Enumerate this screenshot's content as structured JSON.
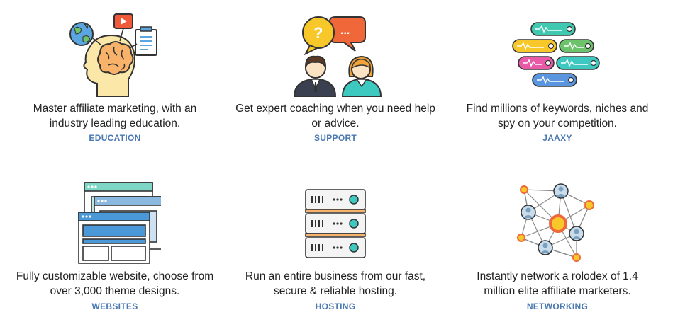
{
  "features": [
    {
      "description_line1": "Master affiliate marketing, with an",
      "description_line2": "industry leading education.",
      "tag": "EDUCATION",
      "icon": "brain-learning-icon"
    },
    {
      "description_line1": "Get expert coaching when you need help",
      "description_line2": "or advice.",
      "tag": "SUPPORT",
      "icon": "chat-people-icon"
    },
    {
      "description_line1": "Find millions of keywords, niches and",
      "description_line2": "spy on your competition.",
      "tag": "JAAXY",
      "icon": "keyword-tags-icon"
    },
    {
      "description_line1": "Fully customizable website, choose from",
      "description_line2": "over 3,000 theme designs.",
      "tag": "WEBSITES",
      "icon": "browser-windows-icon"
    },
    {
      "description_line1": "Run an entire business from our fast,",
      "description_line2": "secure & reliable hosting.",
      "tag": "HOSTING",
      "icon": "server-stack-icon"
    },
    {
      "description_line1": "Instantly network a rolodex of 1.4",
      "description_line2": "million elite affiliate marketers.",
      "tag": "NETWORKING",
      "icon": "network-graph-icon"
    }
  ],
  "colors": {
    "tag": "#4a78b0",
    "text": "#222222",
    "accent_orange": "#f39c3d",
    "accent_teal": "#3ec9c0"
  },
  "support_icon_glyph": "?",
  "support_icon_dots": "..."
}
